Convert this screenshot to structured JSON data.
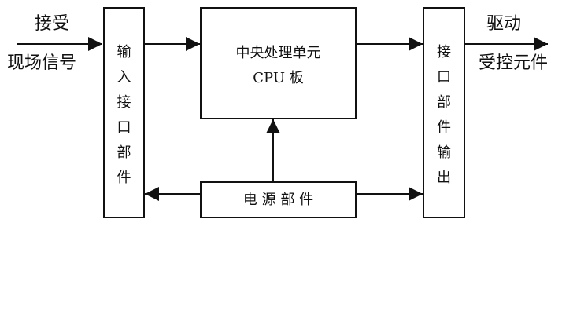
{
  "input_label": {
    "line1": "接受",
    "line2": "现场信号"
  },
  "output_label": {
    "line1": "驱动",
    "line2": "受控元件"
  },
  "input_interface_chars": [
    "输",
    "入",
    "接",
    "口",
    "部",
    "件"
  ],
  "output_interface_chars": [
    "接",
    "口",
    "部",
    "件",
    "输",
    "出"
  ],
  "cpu_box": {
    "line1": "中央处理单元",
    "line2": "CPU 板"
  },
  "power_box": {
    "label": "电 源 部 件"
  }
}
